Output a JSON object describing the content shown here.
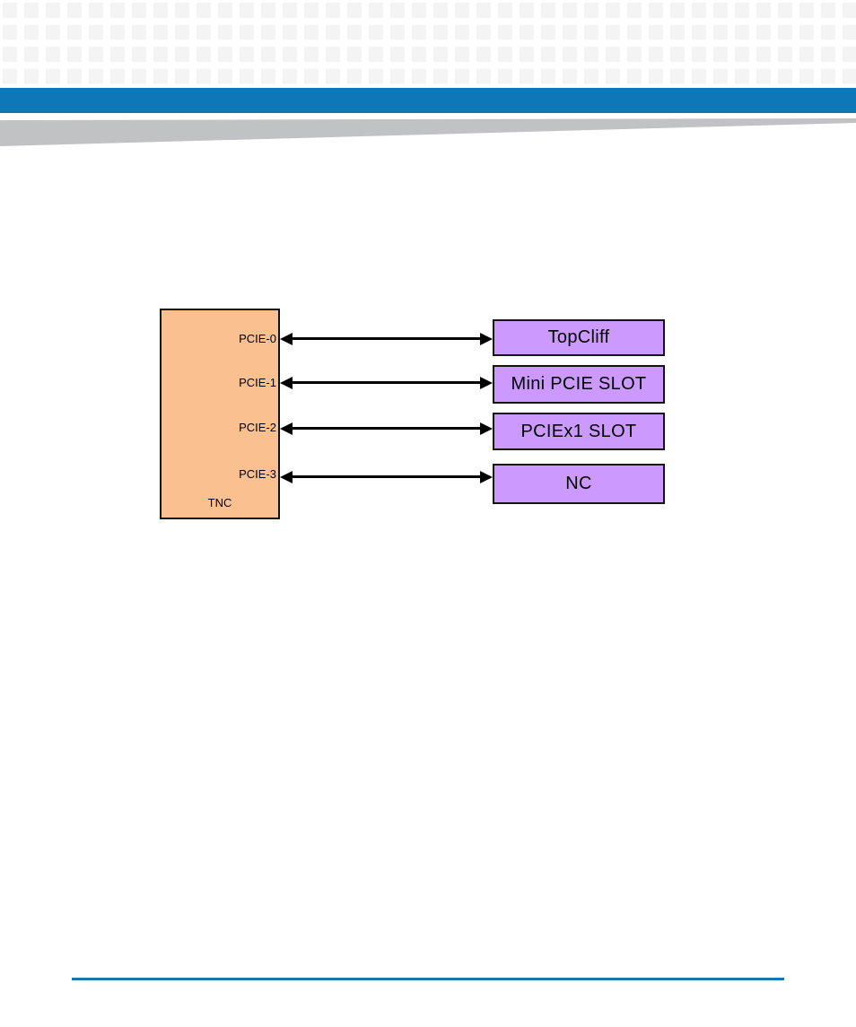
{
  "page": {
    "header": {
      "pattern_square_color": "#f4f4f4",
      "bar_color": "#0d78b5",
      "swoosh_color": "#c1c2c4"
    },
    "footer": {
      "rule_color": "#1279b5"
    }
  },
  "diagram": {
    "chip": {
      "label": "TNC",
      "fill": "#fac090",
      "ports": [
        {
          "label": "PCIE-0"
        },
        {
          "label": "PCIE-1"
        },
        {
          "label": "PCIE-2"
        },
        {
          "label": "PCIE-3"
        }
      ]
    },
    "targets": [
      {
        "label": "TopCliff"
      },
      {
        "label": "Mini PCIE SLOT"
      },
      {
        "label": "PCIEx1 SLOT"
      },
      {
        "label": "NC"
      }
    ],
    "target_fill": "#cc99ff",
    "connections": [
      {
        "port": "PCIE-0",
        "target": "TopCliff",
        "type": "bidirectional"
      },
      {
        "port": "PCIE-1",
        "target": "Mini PCIE SLOT",
        "type": "bidirectional"
      },
      {
        "port": "PCIE-2",
        "target": "PCIEx1 SLOT",
        "type": "bidirectional"
      },
      {
        "port": "PCIE-3",
        "target": "NC",
        "type": "bidirectional"
      }
    ]
  }
}
